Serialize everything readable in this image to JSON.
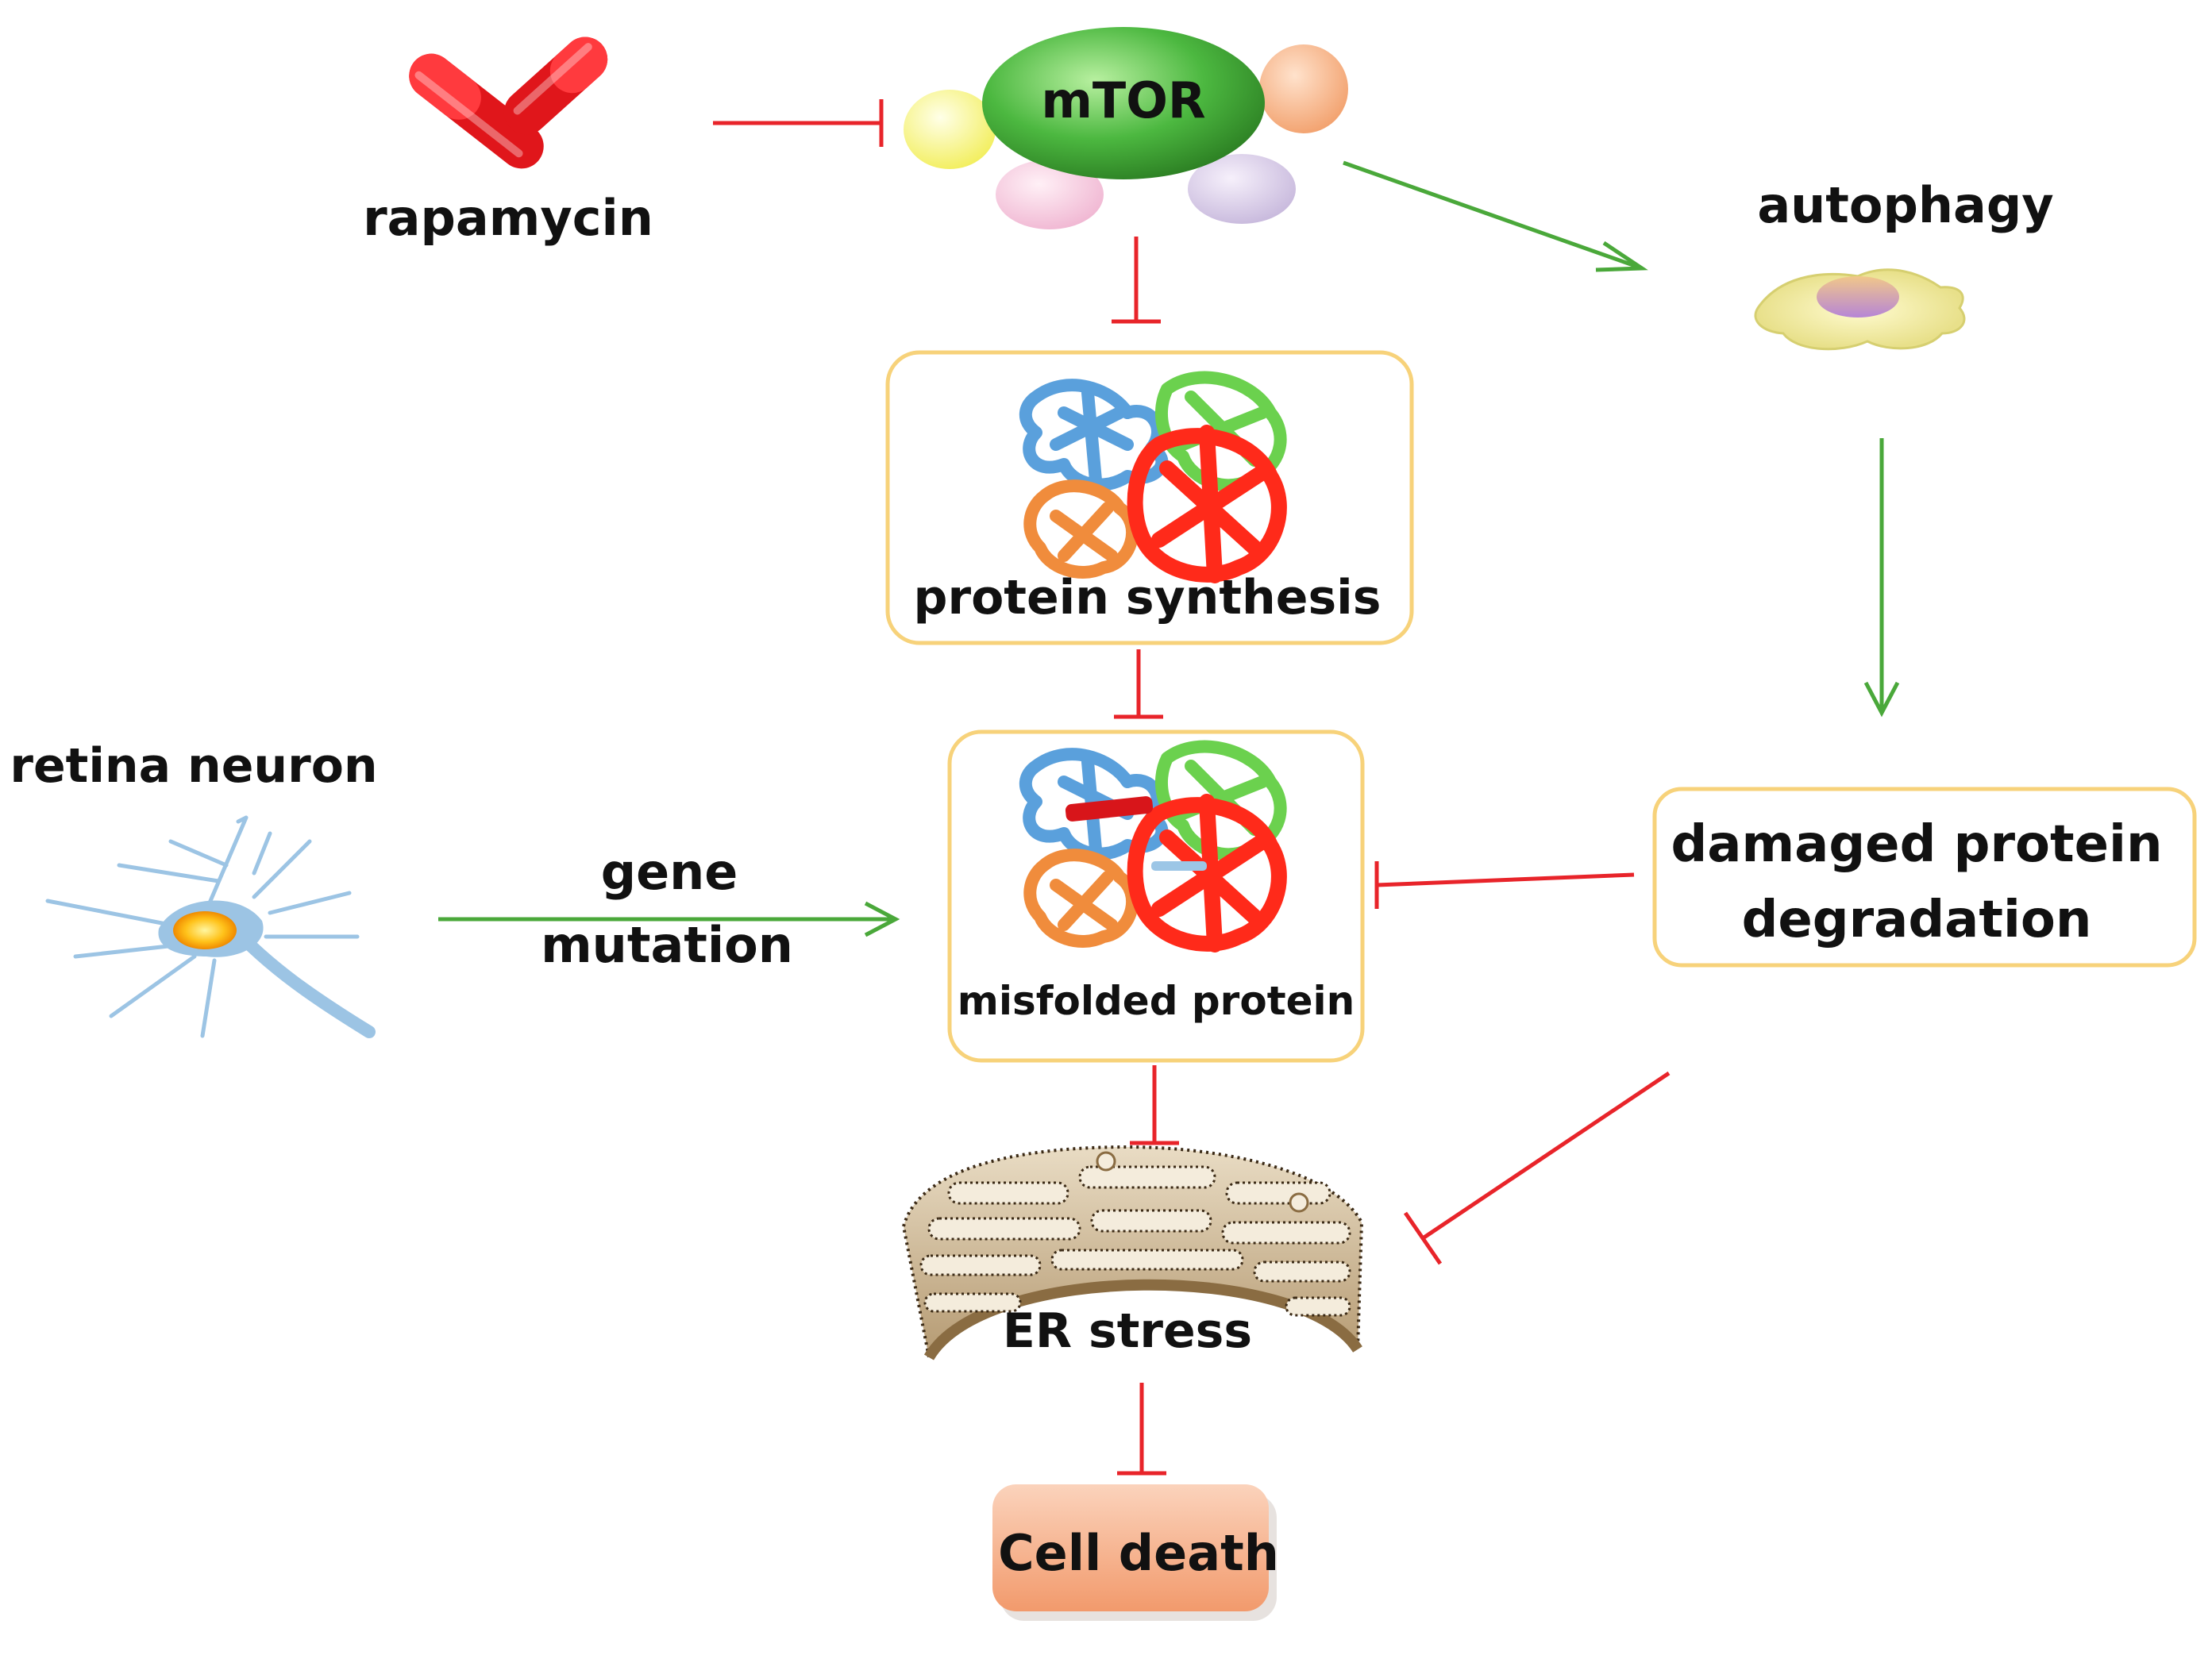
{
  "nodes": {
    "rapamycin": "rapamycin",
    "mtor": "mTOR",
    "autophagy": "autophagy",
    "protein_synthesis": "protein synthesis",
    "retina_neuron": "retina neuron",
    "gene_mutation_line1": "gene",
    "gene_mutation_line2": "mutation",
    "misfolded_protein": "misfolded protein",
    "damaged_protein_line1": "damaged protein",
    "damaged_protein_line2": "degradation",
    "er_stress": "ER stress",
    "cell_death": "Cell death"
  },
  "colors": {
    "activation": "#4aa83a",
    "inhibition": "#e8242a",
    "box_border": "#f7d27a",
    "mtor_green": "#4cb840",
    "cell_death_fill": "#f4a77c"
  }
}
